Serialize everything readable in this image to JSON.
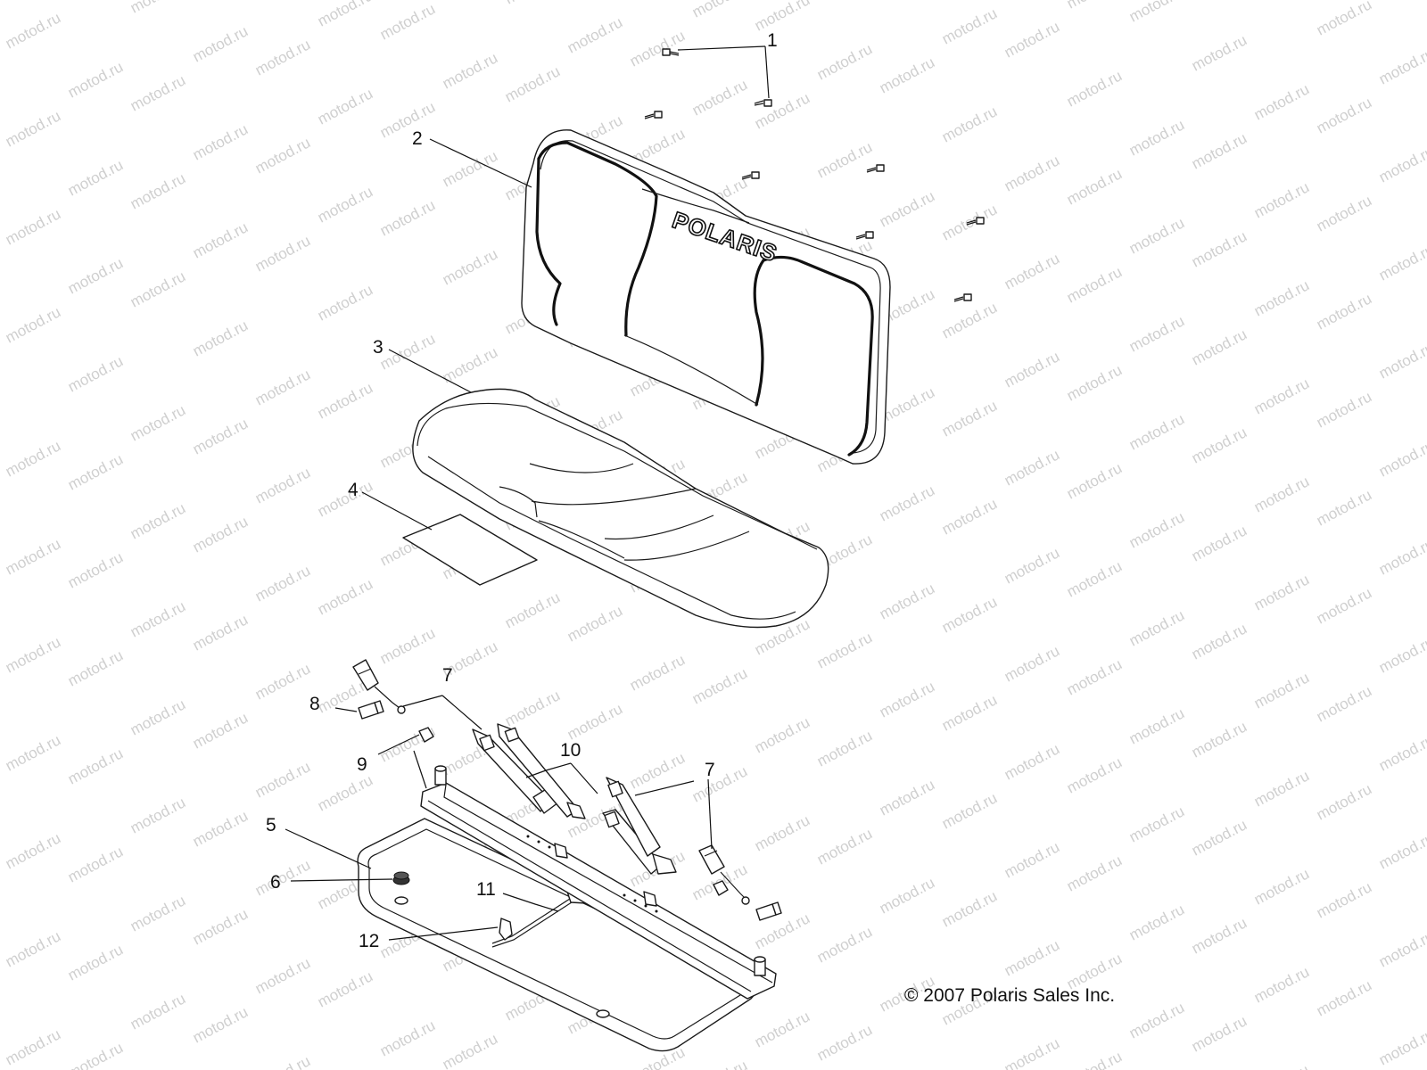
{
  "watermark": {
    "text": "motod.ru"
  },
  "brand_logo": {
    "text": "POLARIS"
  },
  "copyright": "© 2007 Polaris Sales Inc.",
  "callouts": [
    {
      "id": "c1",
      "label": "1"
    },
    {
      "id": "c2",
      "label": "2"
    },
    {
      "id": "c3",
      "label": "3"
    },
    {
      "id": "c4",
      "label": "4"
    },
    {
      "id": "c5",
      "label": "5"
    },
    {
      "id": "c6",
      "label": "6"
    },
    {
      "id": "c7a",
      "label": "7"
    },
    {
      "id": "c7b",
      "label": "7"
    },
    {
      "id": "c8",
      "label": "8"
    },
    {
      "id": "c9",
      "label": "9"
    },
    {
      "id": "c10",
      "label": "10"
    },
    {
      "id": "c11",
      "label": "11"
    },
    {
      "id": "c12",
      "label": "12"
    }
  ]
}
